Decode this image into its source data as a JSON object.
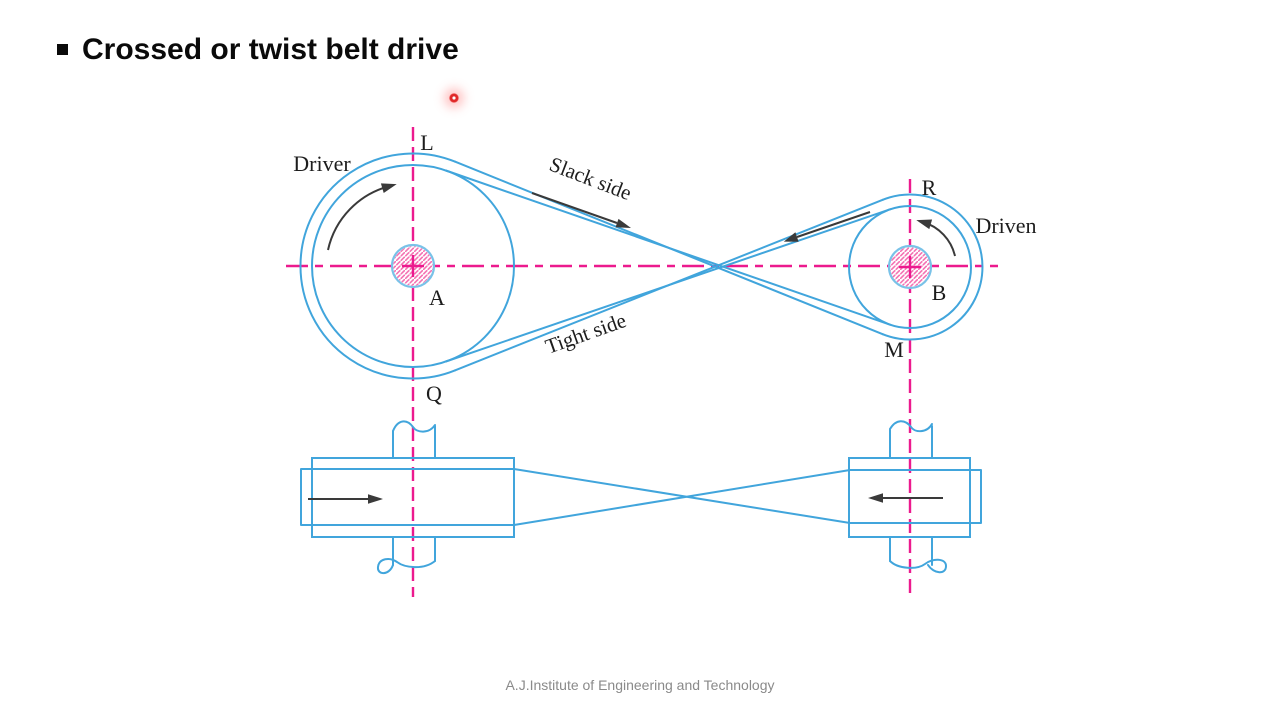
{
  "slide": {
    "title": "Crossed or twist belt drive",
    "footer": "A.J.Institute of Engineering and Technology"
  },
  "diagram": {
    "labels": {
      "driver": "Driver",
      "driven": "Driven",
      "point_L": "L",
      "point_A": "A",
      "point_Q": "Q",
      "point_R": "R",
      "point_B": "B",
      "point_M": "M",
      "slack_side": "Slack side",
      "tight_side": "Tight side"
    },
    "arrows": {
      "driver_rotation": "clockwise",
      "driven_rotation": "counterclockwise",
      "slack_belt_direction": "down-right",
      "tight_belt_direction": "down-left",
      "bottom_left_direction": "right",
      "bottom_right_direction": "left"
    }
  },
  "colors": {
    "diagram_blue": "#41a5dc",
    "shaft_border_blue": "#79c2e8",
    "centerline_magenta": "#ec1a8e",
    "hatch_pink": "#f472b2",
    "arrow_dark": "#3a3a3a",
    "label_ink": "#1d1d1d",
    "title_ink": "#0a0a0a",
    "footer_gray": "#8a8a8a",
    "laser_red": "#e02828"
  }
}
